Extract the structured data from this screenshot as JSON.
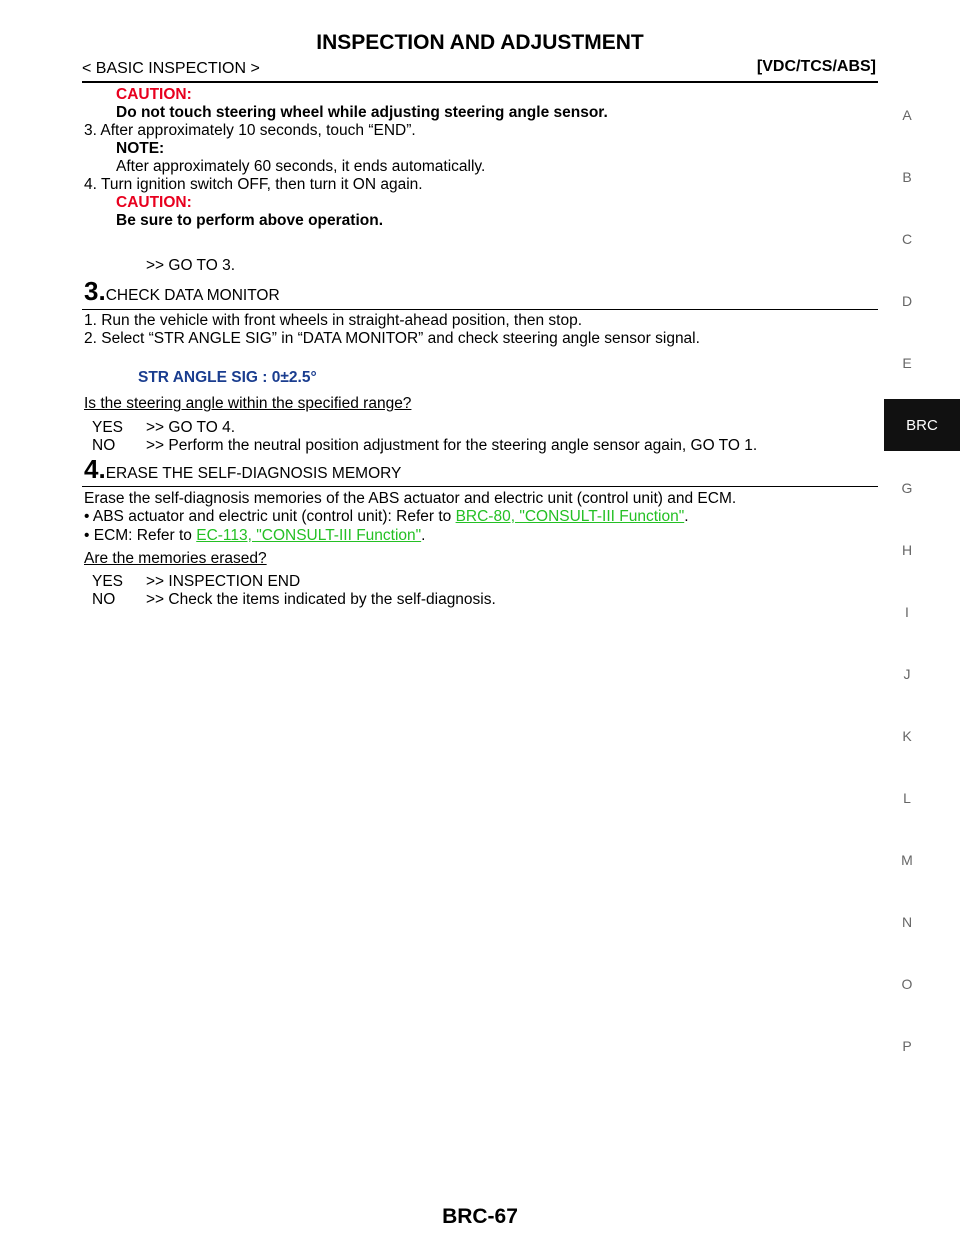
{
  "header": {
    "title": "INSPECTION AND ADJUSTMENT",
    "section": "< BASIC INSPECTION >",
    "system": "[VDC/TCS/ABS]"
  },
  "content": {
    "caution1_label": "CAUTION:",
    "caution1_text": "Do not touch steering wheel while adjusting steering angle sensor.",
    "item3": "3.  After approximately 10 seconds, touch “END”.",
    "note_label": "NOTE:",
    "note_text": "After approximately 60 seconds, it ends automatically.",
    "item4": "4.  Turn ignition switch OFF, then turn it ON again.",
    "caution2_label": "CAUTION:",
    "caution2_text": "Be sure to perform above operation.",
    "goto3": ">> GO TO 3.",
    "step3_num": "3.",
    "step3_title": "CHECK DATA MONITOR",
    "s3_item1": "1.  Run the vehicle with front wheels in straight-ahead position, then stop.",
    "s3_item2": "2.  Select “STR ANGLE SIG” in “DATA MONITOR” and check steering angle sensor signal.",
    "spec": "STR ANGLE SIG    : 0±2.5°",
    "question3": "Is the steering angle within the specified range?",
    "yes3_label": "YES",
    "yes3_text": ">> GO TO 4.",
    "no3_label": "NO",
    "no3_text": ">> Perform the neutral position adjustment for the steering angle sensor again, GO TO 1.",
    "step4_num": "4.",
    "step4_title": "ERASE THE SELF-DIAGNOSIS MEMORY",
    "s4_text": "Erase the self-diagnosis memories of the ABS actuator and electric unit (control unit) and ECM.",
    "s4_bullet1_prefix": "•  ABS actuator and electric unit (control unit): Refer to ",
    "s4_bullet1_link": "BRC-80, \"CONSULT-III Function\"",
    "s4_bullet1_suffix": ".",
    "s4_bullet2_prefix": "•  ECM: Refer to ",
    "s4_bullet2_link": "EC-113, \"CONSULT-III Function\"",
    "s4_bullet2_suffix": ".",
    "question4": "Are the memories erased?",
    "yes4_label": "YES",
    "yes4_text": ">> INSPECTION END",
    "no4_label": "NO",
    "no4_text": ">> Check the items indicated by the self-diagnosis."
  },
  "side_index": {
    "letters": [
      "A",
      "B",
      "C",
      "D",
      "E",
      "BRC",
      "G",
      "H",
      "I",
      "J",
      "K",
      "L",
      "M",
      "N",
      "O",
      "P"
    ],
    "active": "BRC"
  },
  "footer": {
    "page": "BRC-67"
  }
}
